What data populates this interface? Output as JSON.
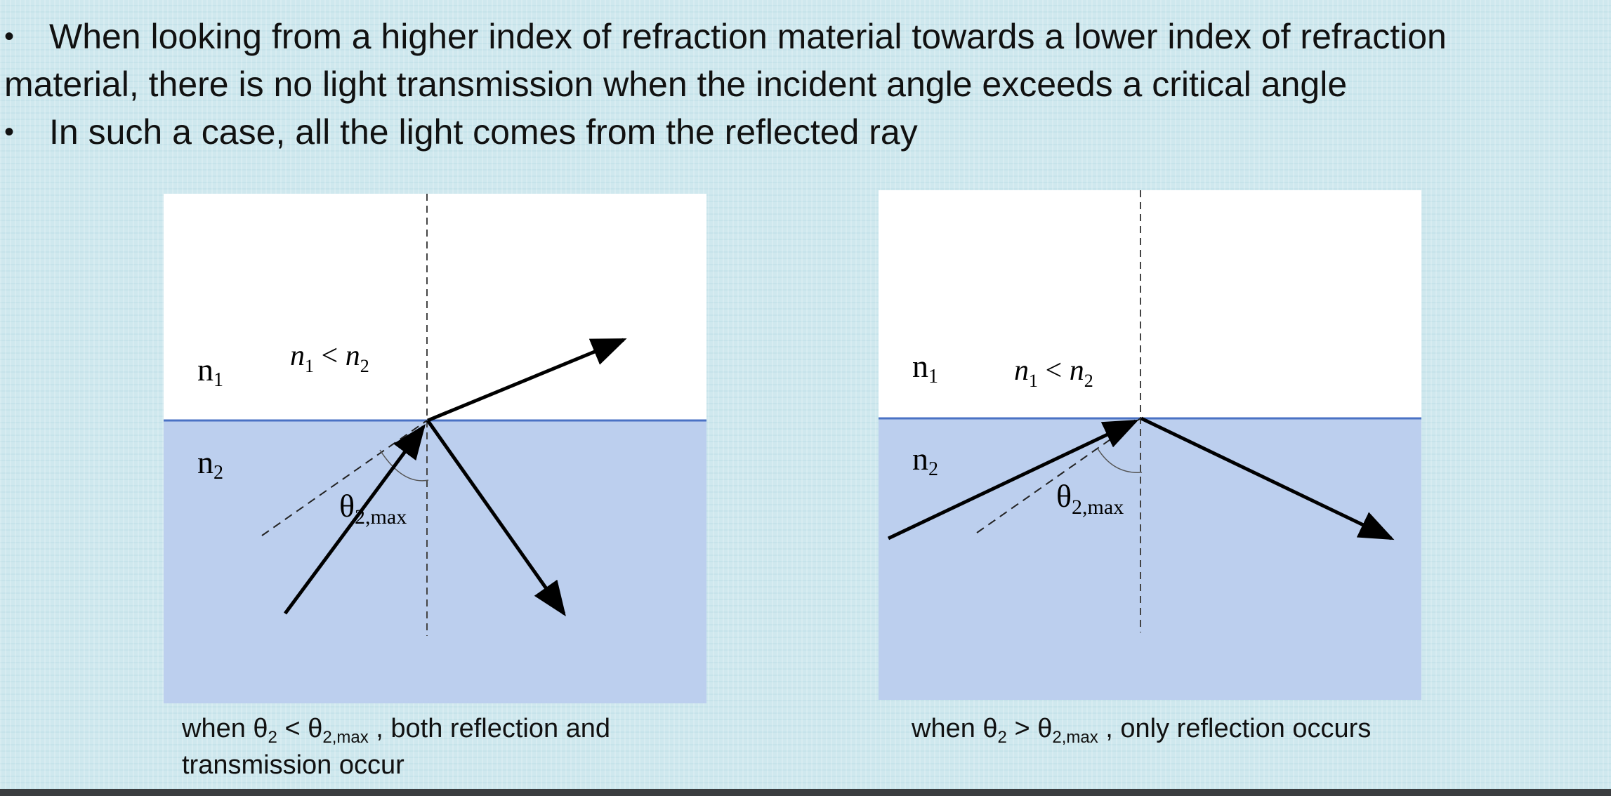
{
  "bullets": [
    {
      "line1": "When looking from a higher index of refraction material towards a lower index of refraction",
      "line2": "material, there is no light transmission when the incident angle exceeds a critical angle"
    },
    {
      "line1": "In such a case, all the light comes from the reflected ray"
    }
  ],
  "bullet_symbol": "•",
  "diagram_left": {
    "n1_label": "n",
    "n1_sub": "1",
    "n2_label": "n",
    "n2_sub": "2",
    "relation": {
      "a": "n",
      "a_sub": "1",
      "op": " < ",
      "b": "n",
      "b_sub": "2"
    },
    "angle_label": {
      "symbol": "θ",
      "sub": "2,max"
    },
    "caption": {
      "pre": "when θ",
      "sub1": "2",
      "mid": " < θ",
      "sub2": "2,max",
      "post": " , both reflection and",
      "line2": "transmission occur"
    }
  },
  "diagram_right": {
    "n1_label": "n",
    "n1_sub": "1",
    "n2_label": "n",
    "n2_sub": "2",
    "relation": {
      "a": "n",
      "a_sub": "1",
      "op": " < ",
      "b": "n",
      "b_sub": "2"
    },
    "angle_label": {
      "symbol": "θ",
      "sub": "2,max"
    },
    "caption": {
      "pre": "when θ",
      "sub1": "2",
      "mid": " > θ",
      "sub2": "2,max",
      "post": " , only reflection occurs"
    }
  },
  "colors": {
    "upper_medium": "#ffffff",
    "lower_medium": "#bccfee",
    "interface_line": "#4a72c4",
    "rays": "#000000",
    "background": "#cfe8ee"
  }
}
